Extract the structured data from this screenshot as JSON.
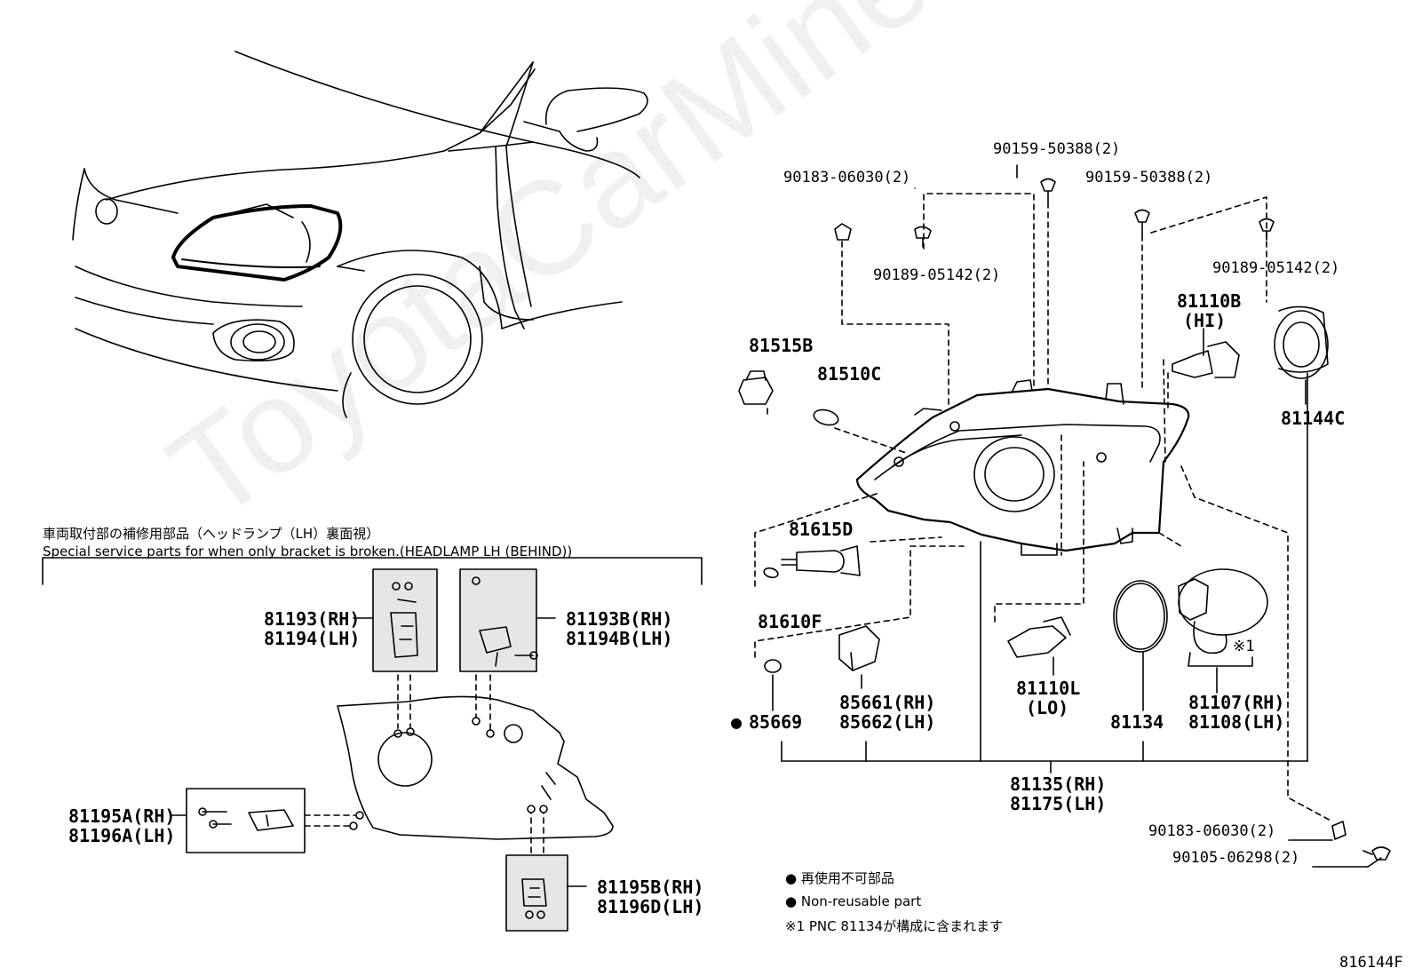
{
  "watermark": "ToyotaCarMine.ru",
  "note_jp": "車両取付部の補修用部品（ヘッドランプ（LH）裏面視）",
  "note_en": "Special service parts for when only bracket is broken.(HEADLAMP LH (BEHIND))",
  "legend": {
    "non_reusable_jp": "● 再使用不可部品",
    "non_reusable_en": "● Non-reusable part",
    "note1": "※1 PNC 81134が構成に含まれます"
  },
  "diagram_code": "816144F",
  "parts": {
    "p90159_a": "90159-50388(2)",
    "p90183_top": "90183-06030(2)",
    "p90159_b": "90159-50388(2)",
    "p90189_a": "90189-05142(2)",
    "p90189_b": "90189-05142(2)",
    "p81110b": "81110B",
    "p81110b_hi": "(HI)",
    "p81515b": "81515B",
    "p81510c": "81510C",
    "p81144c": "81144C",
    "p81615d": "81615D",
    "p81610f": "81610F",
    "p85661": "85661(RH)",
    "p85662": "85662(LH)",
    "p85669": "85669",
    "p85669_dot": "●",
    "p81110l": "81110L",
    "p81110l_lo": "(LO)",
    "p81134": "81134",
    "p81107": "81107(RH)",
    "p81108": "81108(LH)",
    "note1_mark": "※1",
    "p81135": "81135(RH)",
    "p81175": "81175(LH)",
    "p90183_bottom": "90183-06030(2)",
    "p90105": "90105-06298(2)",
    "p81193": "81193(RH)",
    "p81194": "81194(LH)",
    "p81193b": "81193B(RH)",
    "p81194b": "81194B(LH)",
    "p81195a": "81195A(RH)",
    "p81196a": "81196A(LH)",
    "p81195b": "81195B(RH)",
    "p81196d": "81196D(LH)"
  }
}
